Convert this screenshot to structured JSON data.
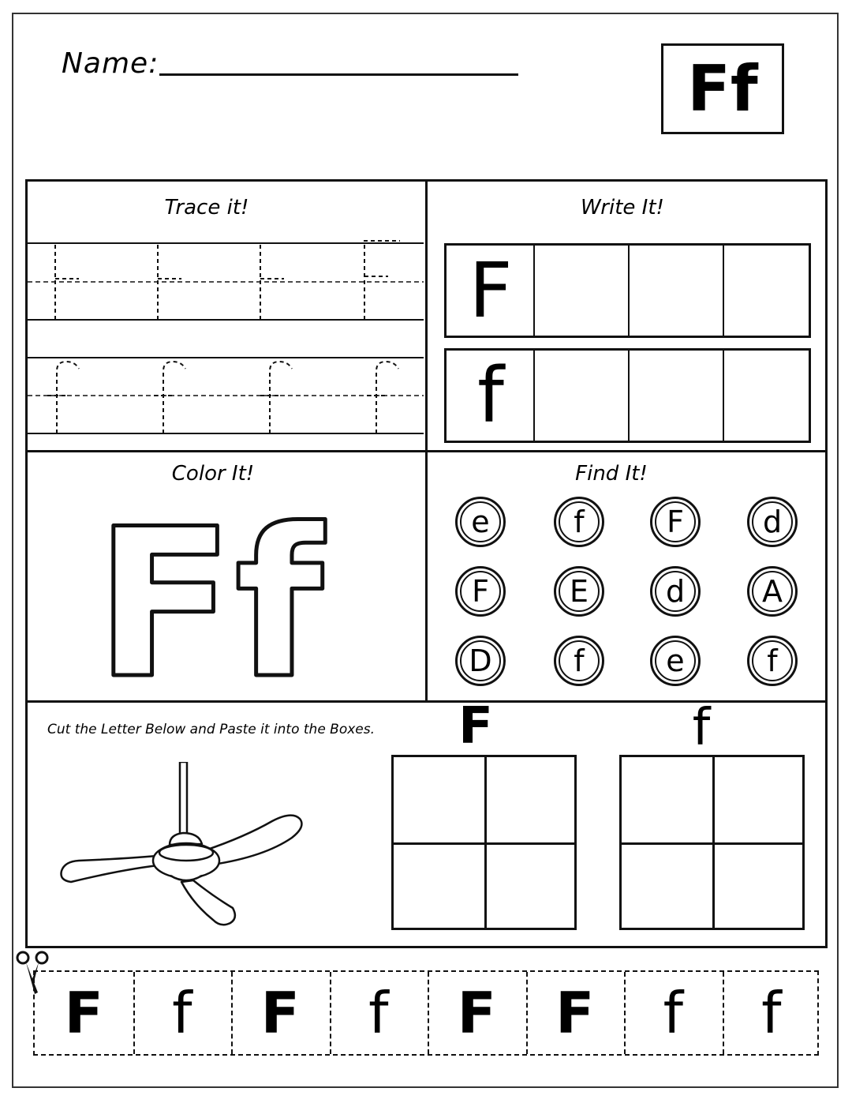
{
  "header": {
    "name_label": "Name:",
    "letter_pair": "Ff"
  },
  "trace": {
    "title": "Trace it!"
  },
  "write": {
    "title": "Write It!",
    "rows": [
      {
        "model": "F"
      },
      {
        "model": "f"
      }
    ]
  },
  "color": {
    "title": "Color It!",
    "letters": "Ff"
  },
  "find": {
    "title": "Find It!",
    "circles": [
      "e",
      "f",
      "F",
      "d",
      "F",
      "E",
      "d",
      "A",
      "D",
      "f",
      "e",
      "f"
    ]
  },
  "cut_paste": {
    "instruction": "Cut the Letter Below and Paste it into the Boxes.",
    "upper_label": "F",
    "lower_label": "f",
    "image": "ceiling-fan"
  },
  "cut_strip": {
    "letters": [
      "F",
      "f",
      "F",
      "f",
      "F",
      "F",
      "f",
      "f"
    ]
  }
}
